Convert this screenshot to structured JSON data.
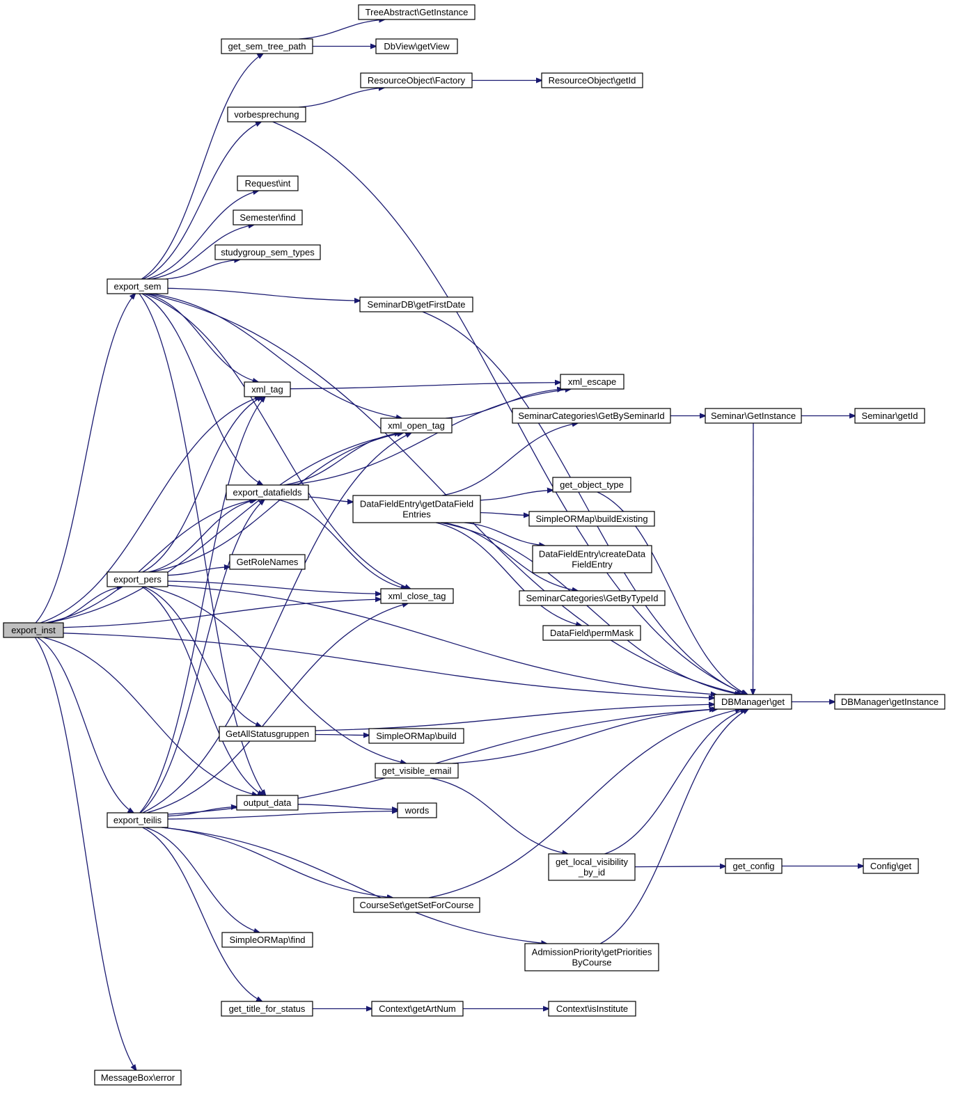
{
  "diagram": {
    "nodes": [
      {
        "id": "export_inst",
        "lines": [
          "export_inst"
        ],
        "root": true
      },
      {
        "id": "export_sem",
        "lines": [
          "export_sem"
        ]
      },
      {
        "id": "export_pers",
        "lines": [
          "export_pers"
        ]
      },
      {
        "id": "export_teilis",
        "lines": [
          "export_teilis"
        ]
      },
      {
        "id": "messagebox_error",
        "lines": [
          "MessageBox\\error"
        ]
      },
      {
        "id": "get_sem_tree_path",
        "lines": [
          "get_sem_tree_path"
        ]
      },
      {
        "id": "treeabstract_getinstance",
        "lines": [
          "TreeAbstract\\GetInstance"
        ]
      },
      {
        "id": "dbview_getview",
        "lines": [
          "DbView\\getView"
        ]
      },
      {
        "id": "vorbesprechung",
        "lines": [
          "vorbesprechung"
        ]
      },
      {
        "id": "resourceobject_factory",
        "lines": [
          "ResourceObject\\Factory"
        ]
      },
      {
        "id": "resourceobject_getid",
        "lines": [
          "ResourceObject\\getId"
        ]
      },
      {
        "id": "request_int",
        "lines": [
          "Request\\int"
        ]
      },
      {
        "id": "semester_find",
        "lines": [
          "Semester\\find"
        ]
      },
      {
        "id": "studygroup_sem_types",
        "lines": [
          "studygroup_sem_types"
        ]
      },
      {
        "id": "seminardb_getfirstdate",
        "lines": [
          "SeminarDB\\getFirstDate"
        ]
      },
      {
        "id": "xml_tag",
        "lines": [
          "xml_tag"
        ]
      },
      {
        "id": "xml_escape",
        "lines": [
          "xml_escape"
        ]
      },
      {
        "id": "xml_open_tag",
        "lines": [
          "xml_open_tag"
        ]
      },
      {
        "id": "seminarcategories_getbyseminarid",
        "lines": [
          "SeminarCategories\\GetBySeminarId"
        ]
      },
      {
        "id": "seminar_getinstance",
        "lines": [
          "Seminar\\GetInstance"
        ]
      },
      {
        "id": "seminar_getid",
        "lines": [
          "Seminar\\getId"
        ]
      },
      {
        "id": "export_datafields",
        "lines": [
          "export_datafields"
        ]
      },
      {
        "id": "datafieldentry_getdatafieldentries",
        "lines": [
          "DataFieldEntry\\getDataField",
          "Entries"
        ]
      },
      {
        "id": "get_object_type",
        "lines": [
          "get_object_type"
        ]
      },
      {
        "id": "simpleormap_buildexisting",
        "lines": [
          "SimpleORMap\\buildExisting"
        ]
      },
      {
        "id": "datafieldentry_createdatafieldentry",
        "lines": [
          "DataFieldEntry\\createData",
          "FieldEntry"
        ]
      },
      {
        "id": "getrolenames",
        "lines": [
          "GetRoleNames"
        ]
      },
      {
        "id": "xml_close_tag",
        "lines": [
          "xml_close_tag"
        ]
      },
      {
        "id": "seminarcategories_getbytypeid",
        "lines": [
          "SeminarCategories\\GetByTypeId"
        ]
      },
      {
        "id": "datafield_permmask",
        "lines": [
          "DataField\\permMask"
        ]
      },
      {
        "id": "dbmanager_get",
        "lines": [
          "DBManager\\get"
        ]
      },
      {
        "id": "dbmanager_getinstance",
        "lines": [
          "DBManager\\getInstance"
        ]
      },
      {
        "id": "getallstatusgruppen",
        "lines": [
          "GetAllStatusgruppen"
        ]
      },
      {
        "id": "simpleormap_build",
        "lines": [
          "SimpleORMap\\build"
        ]
      },
      {
        "id": "get_visible_email",
        "lines": [
          "get_visible_email"
        ]
      },
      {
        "id": "output_data",
        "lines": [
          "output_data"
        ]
      },
      {
        "id": "words",
        "lines": [
          "words"
        ]
      },
      {
        "id": "get_local_visibility_by_id",
        "lines": [
          "get_local_visibility",
          "_by_id"
        ]
      },
      {
        "id": "get_config",
        "lines": [
          "get_config"
        ]
      },
      {
        "id": "config_get",
        "lines": [
          "Config\\get"
        ]
      },
      {
        "id": "courseset_getsetforcourse",
        "lines": [
          "CourseSet\\getSetForCourse"
        ]
      },
      {
        "id": "simpleormap_find",
        "lines": [
          "SimpleORMap\\find"
        ]
      },
      {
        "id": "admissionpriority_getprioritiesbycourse",
        "lines": [
          "AdmissionPriority\\getPriorities",
          "ByCourse"
        ]
      },
      {
        "id": "get_title_for_status",
        "lines": [
          "get_title_for_status"
        ]
      },
      {
        "id": "context_getartnum",
        "lines": [
          "Context\\getArtNum"
        ]
      },
      {
        "id": "context_isinstitute",
        "lines": [
          "Context\\isInstitute"
        ]
      }
    ],
    "edges": [
      [
        "export_inst",
        "export_sem"
      ],
      [
        "export_inst",
        "export_pers"
      ],
      [
        "export_inst",
        "export_teilis"
      ],
      [
        "export_inst",
        "messagebox_error"
      ],
      [
        "export_inst",
        "xml_tag"
      ],
      [
        "export_inst",
        "xml_open_tag"
      ],
      [
        "export_inst",
        "export_datafields"
      ],
      [
        "export_inst",
        "xml_close_tag"
      ],
      [
        "export_inst",
        "output_data"
      ],
      [
        "export_inst",
        "dbmanager_get"
      ],
      [
        "export_sem",
        "get_sem_tree_path"
      ],
      [
        "export_sem",
        "vorbesprechung"
      ],
      [
        "export_sem",
        "dbmanager_get"
      ],
      [
        "export_sem",
        "request_int"
      ],
      [
        "export_sem",
        "semester_find"
      ],
      [
        "export_sem",
        "studygroup_sem_types"
      ],
      [
        "export_sem",
        "seminardb_getfirstdate"
      ],
      [
        "export_sem",
        "xml_tag"
      ],
      [
        "export_sem",
        "xml_open_tag"
      ],
      [
        "export_sem",
        "export_datafields"
      ],
      [
        "export_sem",
        "xml_close_tag"
      ],
      [
        "export_sem",
        "output_data"
      ],
      [
        "get_sem_tree_path",
        "treeabstract_getinstance"
      ],
      [
        "get_sem_tree_path",
        "dbview_getview"
      ],
      [
        "vorbesprechung",
        "resourceobject_factory"
      ],
      [
        "vorbesprechung",
        "dbmanager_get"
      ],
      [
        "resourceobject_factory",
        "resourceobject_getid"
      ],
      [
        "seminardb_getfirstdate",
        "dbmanager_get"
      ],
      [
        "xml_tag",
        "xml_escape"
      ],
      [
        "xml_open_tag",
        "xml_escape"
      ],
      [
        "export_datafields",
        "xml_open_tag"
      ],
      [
        "export_datafields",
        "xml_escape"
      ],
      [
        "export_datafields",
        "datafieldentry_getdatafieldentries"
      ],
      [
        "export_datafields",
        "xml_close_tag"
      ],
      [
        "datafieldentry_getdatafieldentries",
        "seminarcategories_getbyseminarid"
      ],
      [
        "datafieldentry_getdatafieldentries",
        "dbmanager_get"
      ],
      [
        "datafieldentry_getdatafieldentries",
        "get_object_type"
      ],
      [
        "datafieldentry_getdatafieldentries",
        "simpleormap_buildexisting"
      ],
      [
        "datafieldentry_getdatafieldentries",
        "datafieldentry_createdatafieldentry"
      ],
      [
        "datafieldentry_getdatafieldentries",
        "seminarcategories_getbytypeid"
      ],
      [
        "datafieldentry_getdatafieldentries",
        "datafield_permmask"
      ],
      [
        "seminarcategories_getbyseminarid",
        "seminar_getinstance"
      ],
      [
        "seminar_getinstance",
        "seminar_getid"
      ],
      [
        "seminar_getinstance",
        "dbmanager_get"
      ],
      [
        "get_object_type",
        "dbmanager_get"
      ],
      [
        "export_pers",
        "xml_tag"
      ],
      [
        "export_pers",
        "xml_open_tag"
      ],
      [
        "export_pers",
        "export_datafields"
      ],
      [
        "export_pers",
        "getrolenames"
      ],
      [
        "export_pers",
        "dbmanager_get"
      ],
      [
        "export_pers",
        "xml_close_tag"
      ],
      [
        "export_pers",
        "getallstatusgruppen"
      ],
      [
        "export_pers",
        "get_visible_email"
      ],
      [
        "export_pers",
        "output_data"
      ],
      [
        "getallstatusgruppen",
        "dbmanager_get"
      ],
      [
        "getallstatusgruppen",
        "simpleormap_build"
      ],
      [
        "get_visible_email",
        "dbmanager_get"
      ],
      [
        "get_visible_email",
        "get_local_visibility_by_id"
      ],
      [
        "output_data",
        "words"
      ],
      [
        "get_local_visibility_by_id",
        "dbmanager_get"
      ],
      [
        "get_local_visibility_by_id",
        "get_config"
      ],
      [
        "get_config",
        "config_get"
      ],
      [
        "dbmanager_get",
        "dbmanager_getinstance"
      ],
      [
        "export_teilis",
        "xml_tag"
      ],
      [
        "export_teilis",
        "xml_open_tag"
      ],
      [
        "export_teilis",
        "export_datafields"
      ],
      [
        "export_teilis",
        "xml_close_tag"
      ],
      [
        "export_teilis",
        "output_data"
      ],
      [
        "export_teilis",
        "words"
      ],
      [
        "export_teilis",
        "dbmanager_get"
      ],
      [
        "export_teilis",
        "courseset_getsetforcourse"
      ],
      [
        "export_teilis",
        "simpleormap_find"
      ],
      [
        "export_teilis",
        "admissionpriority_getprioritiesbycourse"
      ],
      [
        "export_teilis",
        "get_title_for_status"
      ],
      [
        "courseset_getsetforcourse",
        "dbmanager_get"
      ],
      [
        "admissionpriority_getprioritiesbycourse",
        "dbmanager_get"
      ],
      [
        "get_title_for_status",
        "context_getartnum"
      ],
      [
        "context_getartnum",
        "context_isinstitute"
      ]
    ]
  }
}
